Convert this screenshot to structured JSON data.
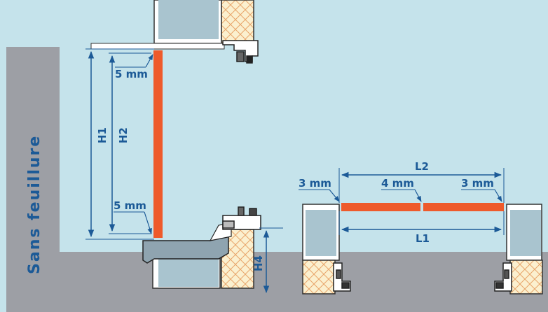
{
  "side_label": "Sans feuillure",
  "labels": {
    "h1": "H1",
    "h2": "H2",
    "h4": "H4",
    "gap_top": "5 mm",
    "gap_bottom": "5 mm",
    "gap_left": "3 mm",
    "gap_middle": "4 mm",
    "gap_right": "3 mm",
    "l1": "L1",
    "l2": "L2"
  },
  "colors": {
    "background": "#c5e3eb",
    "wall": "#9d9fa5",
    "panel": "#ee5a2b",
    "dimension": "#1c5a97",
    "frame": "#a9c4cf",
    "insulation": "#fbf0cf"
  }
}
